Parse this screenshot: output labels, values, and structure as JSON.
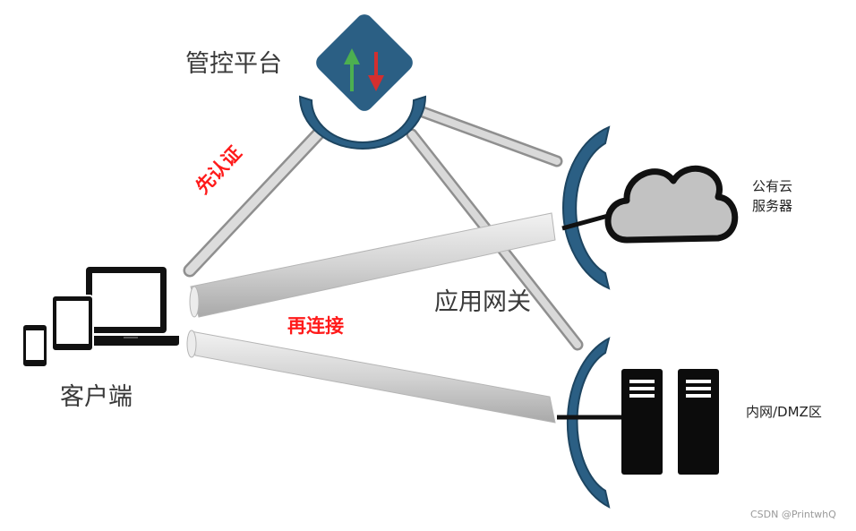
{
  "labels": {
    "control_platform": "管控平台",
    "gateway": "应用网关",
    "client": "客户端",
    "auth_first": "先认证",
    "connect_after": "再连接",
    "cloud_line1": "公有云",
    "cloud_line2": "服务器",
    "intranet": "内网/DMZ区",
    "watermark": "CSDN @PrintwhQ"
  },
  "colors": {
    "node_blue": "#2b5f84",
    "arrow_up": "#4caf50",
    "arrow_down": "#d32f2f",
    "tube": "#d6d6d6",
    "auth_text": "#ff1a1a"
  },
  "icons": {
    "control_platform": "diamond-updown-arrows-icon",
    "client": "laptop-tablet-phone-icon",
    "cloud": "cloud-icon",
    "servers": "server-rack-icon"
  }
}
